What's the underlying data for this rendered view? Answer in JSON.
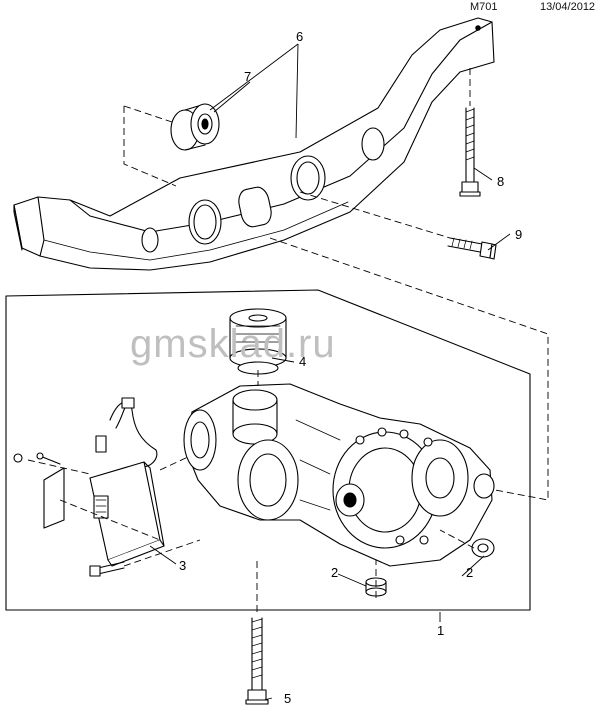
{
  "header": {
    "code": "M701",
    "date": "13/04/2012"
  },
  "watermark": "gmsklad.ru",
  "callouts": [
    {
      "id": "1",
      "label": "1"
    },
    {
      "id": "2",
      "label": "2"
    },
    {
      "id": "3",
      "label": "3"
    },
    {
      "id": "4",
      "label": "4"
    },
    {
      "id": "5",
      "label": "5"
    },
    {
      "id": "6",
      "label": "6"
    },
    {
      "id": "7",
      "label": "7"
    },
    {
      "id": "8",
      "label": "8"
    },
    {
      "id": "9",
      "label": "9"
    }
  ]
}
